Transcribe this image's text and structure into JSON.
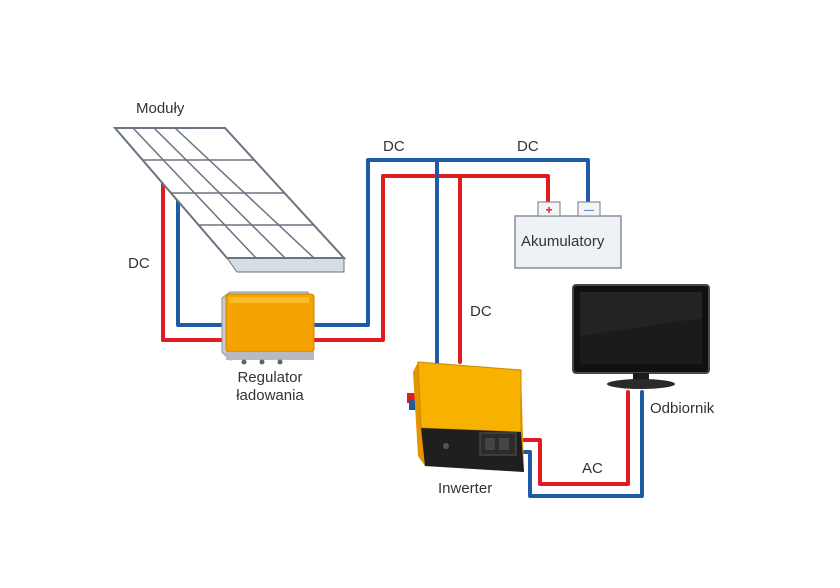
{
  "labels": {
    "modules": "Moduły",
    "charge_regulator_line1": "Regulator",
    "charge_regulator_line2": "ładowania",
    "batteries": "Akumulatory",
    "inverter": "Inwerter",
    "load": "Odbiornik",
    "dc_panel_side": "DC",
    "dc_top_left": "DC",
    "dc_top_right": "DC",
    "dc_inverter": "DC",
    "ac_output": "AC"
  },
  "battery_terminals": {
    "positive": "+",
    "negative": "—"
  },
  "colors": {
    "wire_positive": "#e11b22",
    "wire_negative": "#1f5aa6",
    "device_orange": "#f5a300",
    "battery_fill": "#eef1f5",
    "text": "#333333"
  }
}
